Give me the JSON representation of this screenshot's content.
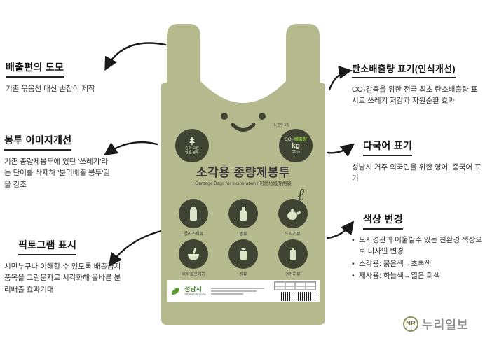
{
  "left_annotations": [
    {
      "title": "배출편의 도모",
      "desc": "기존 묶음선 대신 손잡이 제작"
    },
    {
      "title": "봉투 이미지개선",
      "desc": "기존 종량제봉투에 있던 '쓰레기'라는 단어를 삭제해 '분리배출 봉투'임을 강조"
    },
    {
      "title": "픽토그램 표시",
      "desc": "시민누구나 이해할 수 있도록 배출금지 품목을 그림문자로 시각화해 올바른 분리배출 효과기대"
    }
  ],
  "right_annotations": [
    {
      "title": "탄소배출량 표기(인식개선)",
      "desc": "CO₂감축을 위한 전국 최초 탄소배출량 표시로 쓰레기 저감과 자원순환 효과"
    },
    {
      "title": "다국어 표기",
      "desc": "성남시 거주 외국인을 위한 영어, 중국어 표기"
    },
    {
      "title": "색상 변경",
      "bullets": [
        "도시경관과 어울릴수 있는 친환경 색상으로 디자인 변경",
        "소각용: 붉은색→초록색",
        "재사용: 하늘색→엷은 회색"
      ]
    }
  ],
  "bag": {
    "title": "소각용 종량제봉투",
    "subtitle": "Garbage Bags for Incineration / 可燃垃圾专用袋",
    "liter_mark": "ℓ",
    "eco_badge": {
      "line1": "숲과 그린",
      "line2": "담은 봉투"
    },
    "co2_badge": {
      "note": "L 봉투 1장",
      "label_prefix": "CO₂",
      "label_highlight": "배출량",
      "unit_value": "kg",
      "unit": "CO₂e"
    },
    "pictograms": [
      {
        "label": "플라스틱류"
      },
      {
        "label": "병류"
      },
      {
        "label": "도자기류"
      },
      {
        "label": "음식물쓰레기"
      },
      {
        "label": "캔류"
      },
      {
        "label": "건전지류"
      }
    ],
    "footer": {
      "city": "성남시",
      "city_en": "Seongnam City"
    }
  },
  "press_logo": {
    "initials": "NR",
    "name": "누리일보"
  },
  "colors": {
    "bag_green": "#b5ba8e",
    "dark_olive": "#3f4433",
    "highlight_green": "#9fd34a",
    "city_green": "#3f7a28"
  }
}
